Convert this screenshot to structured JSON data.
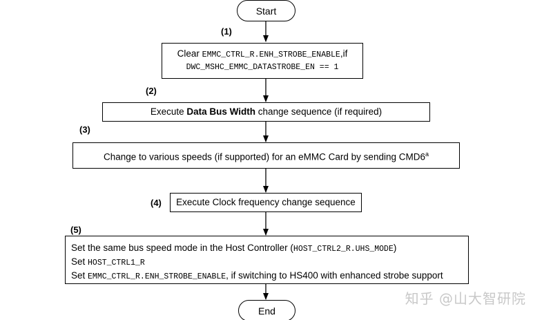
{
  "start_label": "Start",
  "end_label": "End",
  "steps": [
    {
      "number": "(1)",
      "line1_prefix": "Clear ",
      "line1_code": "EMMC_CTRL_R.ENH_STROBE_ENABLE",
      "line1_suffix": ",if",
      "line2_code": "DWC_MSHC_EMMC_DATASTROBE_EN == 1"
    },
    {
      "number": "(2)",
      "prefix": "Execute ",
      "bold": "Data Bus Width",
      "suffix": " change sequence (if required)"
    },
    {
      "number": "(3)",
      "text": "Change to various speeds (if supported) for an eMMC Card by sending CMD6",
      "superscript": "a"
    },
    {
      "number": "(4)",
      "text": "Execute Clock frequency change sequence"
    },
    {
      "number": "(5)",
      "line1_text": "Set the same bus speed mode in the Host Controller (",
      "line1_code": "HOST_CTRL2_R.UHS_MODE",
      "line1_close": ")",
      "line2_text": "Set ",
      "line2_code": "HOST_CTRL1_R",
      "line3_text": "Set ",
      "line3_code": "EMMC_CTRL_R.ENH_STROBE_ENABLE",
      "line3_suffix": ", if switching to HS400 with enhanced strobe support"
    }
  ],
  "watermark": "知乎 @山大智研院"
}
